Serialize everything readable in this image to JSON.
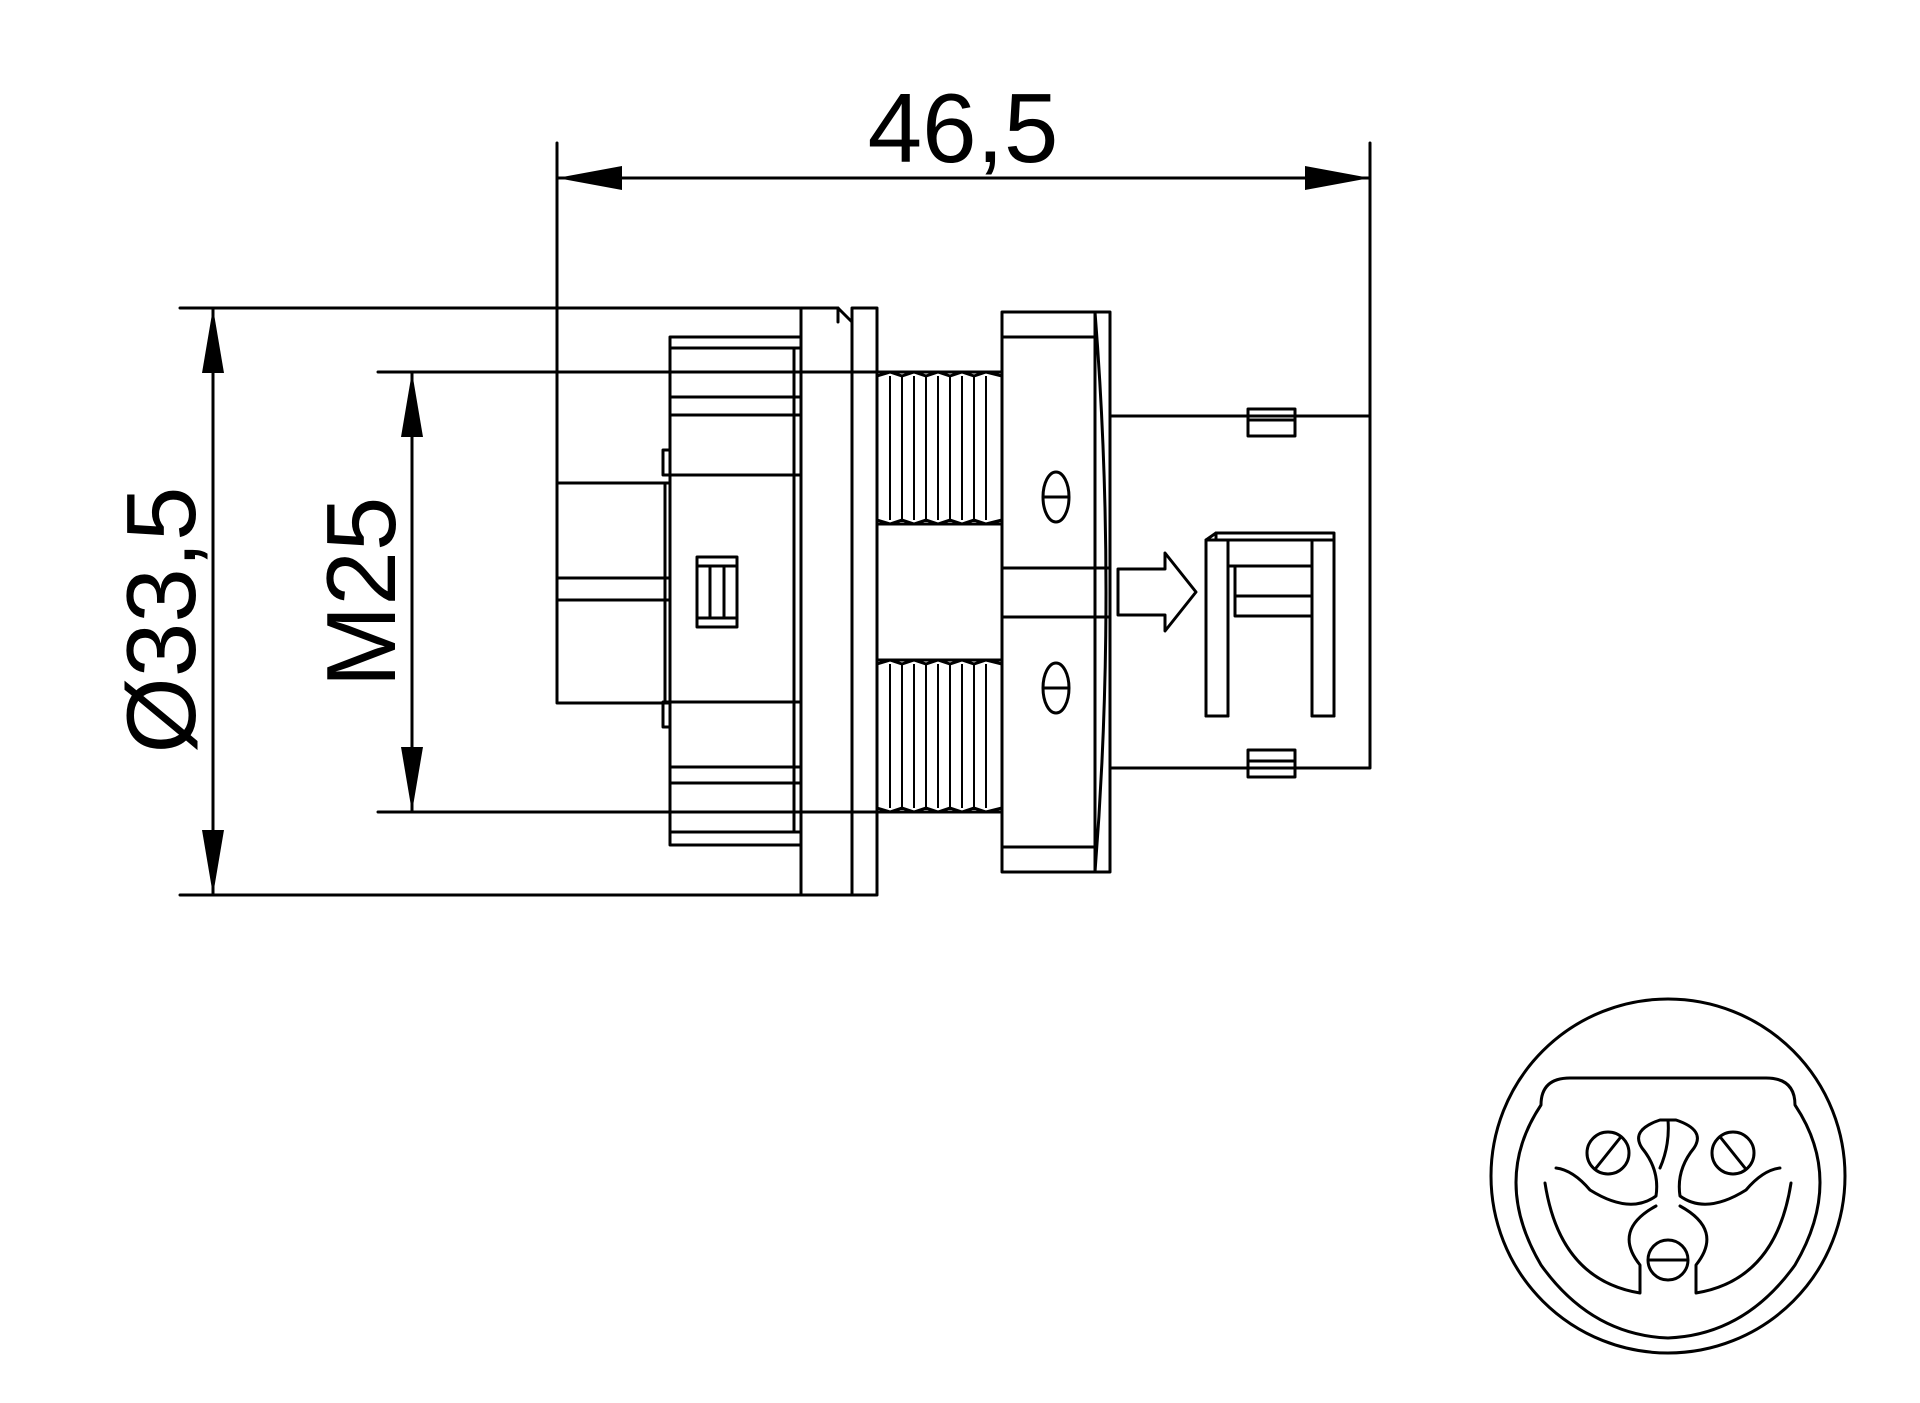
{
  "dimensions": {
    "overall_length": "46,5",
    "outer_diameter": "33,5",
    "thread": "M25",
    "diameter_symbol": "Ø"
  },
  "views": [
    "side-view",
    "front-view"
  ],
  "colors": {
    "line": "#000000",
    "background": "#ffffff"
  }
}
